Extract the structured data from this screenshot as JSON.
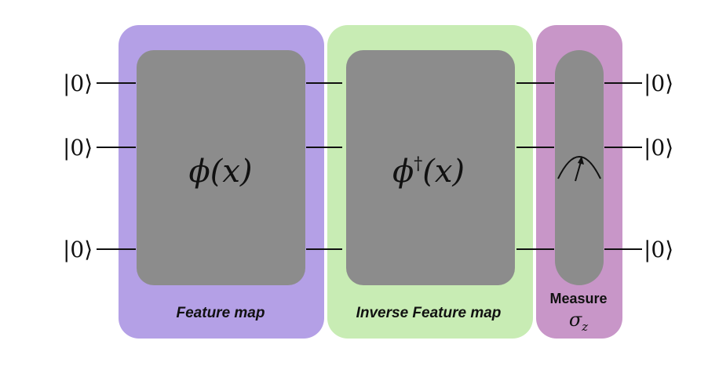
{
  "diagram": {
    "input_kets": [
      "|0⟩",
      "|0⟩",
      "|0⟩"
    ],
    "output_kets": [
      "|0⟩",
      "|0⟩",
      "|0⟩"
    ],
    "blocks": {
      "feature_map": {
        "label": "Feature map",
        "gate_symbol": "ϕ",
        "gate_arg": "(x)",
        "color": "#b4a0e6"
      },
      "inverse_feature_map": {
        "label": "Inverse Feature map",
        "gate_symbol": "ϕ",
        "gate_superscript": "†",
        "gate_arg": "(x)",
        "color": "#c8ecb4"
      },
      "measure": {
        "label": "Measure",
        "operator_symbol": "σ",
        "operator_subscript": "z",
        "color": "#c896c8"
      }
    },
    "gate_color": "#8c8c8c"
  }
}
